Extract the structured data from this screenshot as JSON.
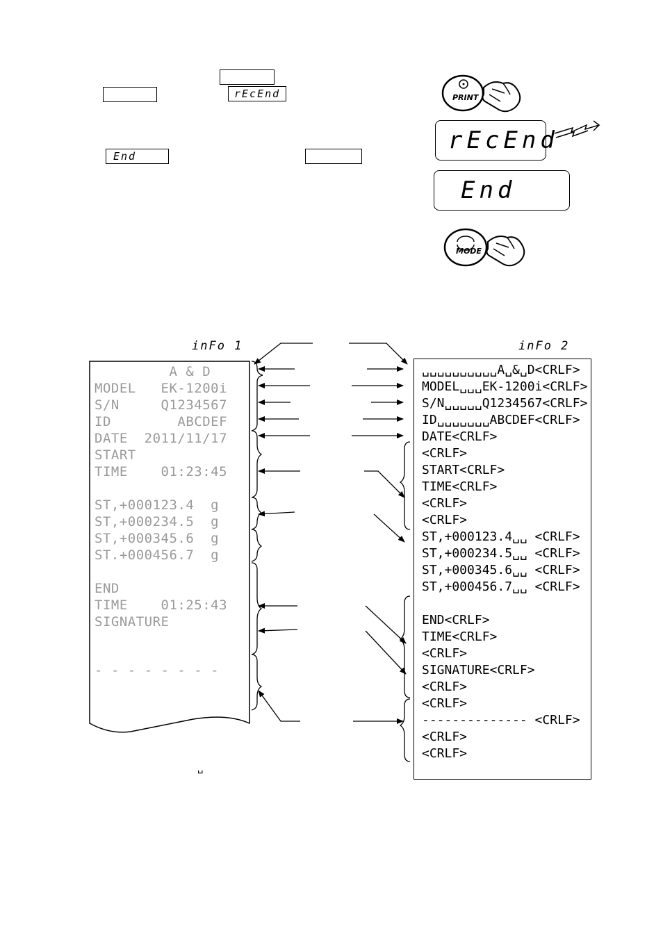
{
  "top": {
    "empty_key_box_1": "",
    "empty_key_box_2": "",
    "empty_key_box_3": "",
    "recend_small": "rEcEnd",
    "end_small": "End"
  },
  "display": {
    "print_button_label": "PRINT",
    "lcd_recend": "rEcEnd",
    "lcd_end": "End",
    "mode_button_label": "MODE"
  },
  "info1_label": "inFo 1",
  "info2_label": "inFo 2",
  "paper": {
    "lines": [
      "         A & D",
      "MODEL   EK-1200i",
      "S/N     Q1234567",
      "ID        ABCDEF",
      "DATE  2011/11/17",
      "START",
      "TIME    01:23:45",
      "",
      "ST,+000123.4  g",
      "ST,+000234.5  g",
      "ST,+000345.6  g",
      "ST.+000456.7  g",
      "",
      "END",
      "TIME    01:25:43",
      "SIGNATURE",
      "",
      "- - - - - - - -"
    ]
  },
  "output": {
    "lines": [
      "␣␣␣␣␣␣␣␣␣␣A␣&␣D<CRLF>",
      "MODEL␣␣␣EK-1200i<CRLF>",
      "S/N␣␣␣␣␣Q1234567<CRLF>",
      "ID␣␣␣␣␣␣␣ABCDEF<CRLF>",
      "DATE<CRLF>",
      "<CRLF>",
      "START<CRLF>",
      "TIME<CRLF>",
      "<CRLF>",
      "<CRLF>",
      "ST,+000123.4␣␣ <CRLF>",
      "ST,+000234.5␣␣ <CRLF>",
      "ST,+000345.6␣␣ <CRLF>",
      "ST,+000456.7␣␣ <CRLF>",
      "",
      "END<CRLF>",
      "TIME<CRLF>",
      "<CRLF>",
      "SIGNATURE<CRLF>",
      "<CRLF>",
      "<CRLF>",
      "-------------- <CRLF>",
      "<CRLF>",
      "<CRLF>"
    ]
  },
  "space_symbol": "␣"
}
